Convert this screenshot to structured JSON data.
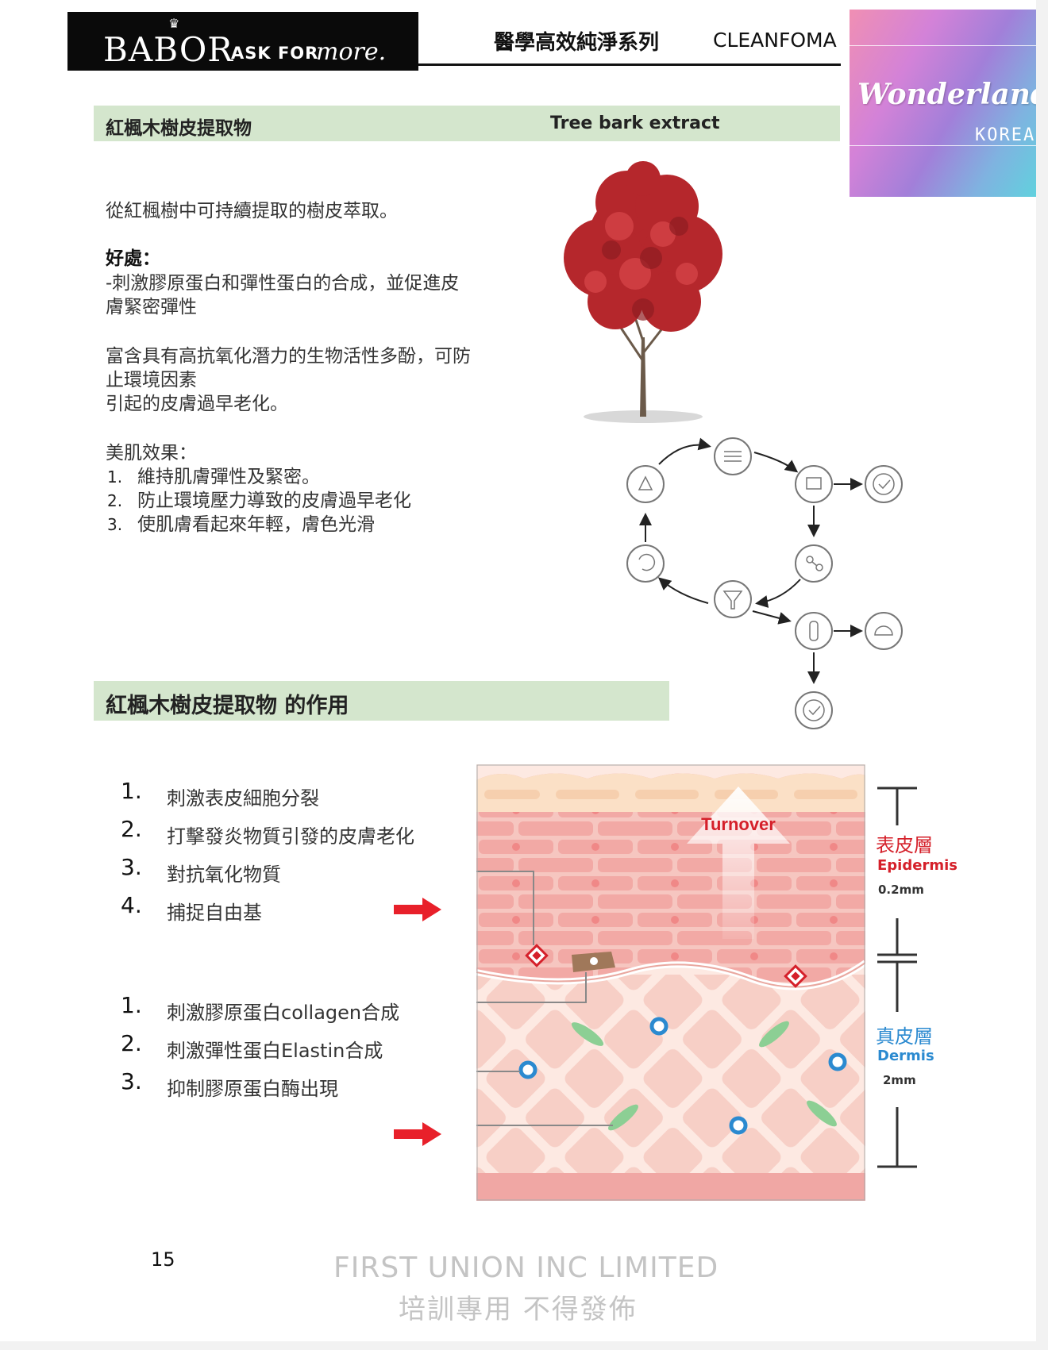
{
  "header": {
    "brand": "BABOR",
    "tagline_bold": "ASK FOR",
    "tagline_italic": "more.",
    "series": "醫學高效純淨系列",
    "product": "CLEANFOMA"
  },
  "watermark": {
    "title": "Wonderland",
    "subtitle": "KOREA"
  },
  "section1": {
    "title_cn": "紅楓木樹皮提取物",
    "title_en": "Tree bark extract",
    "intro": "從紅楓樹中可持續提取的樹皮萃取。",
    "benefits_heading": "好處：",
    "benefit1_line1": "-刺激膠原蛋白和彈性蛋白的合成，並促進皮",
    "benefit1_line2": "膚緊密彈性",
    "benefit2_line1": "富含具有高抗氧化潛力的生物活性多酚，可防",
    "benefit2_line2": "止環境因素",
    "benefit2_line3": "引起的皮膚過早老化。",
    "effects_heading": "美肌效果：",
    "effects": [
      {
        "num": "1.",
        "text": "維持肌膚彈性及緊密。"
      },
      {
        "num": "2.",
        "text": "防止環境壓力導致的皮膚過早老化"
      },
      {
        "num": "3.",
        "text": "使肌膚看起來年輕，膚色光滑"
      }
    ]
  },
  "section2": {
    "title": "紅楓木樹皮提取物 的作用",
    "epidermis_items": [
      {
        "num": "1.",
        "text": "刺激表皮細胞分裂"
      },
      {
        "num": "2.",
        "text": "打擊發炎物質引發的皮膚老化"
      },
      {
        "num": "3.",
        "text": "對抗氧化物質"
      },
      {
        "num": "4.",
        "text": "捕捉自由基"
      }
    ],
    "dermis_items": [
      {
        "num": "1.",
        "text": "刺激膠原蛋白collagen合成"
      },
      {
        "num": "2.",
        "text": "刺激彈性蛋白Elastin合成"
      },
      {
        "num": "3.",
        "text": "抑制膠原蛋白酶出現"
      }
    ]
  },
  "skin_diagram": {
    "turnover": "Turnover",
    "epidermis_cn": "表皮層",
    "epidermis_en": "Epidermis",
    "epidermis_depth": "0.2mm",
    "dermis_cn": "真皮層",
    "dermis_en": "Dermis",
    "dermis_depth": "2mm",
    "colors": {
      "epidermis": "#d5202a",
      "dermis": "#2b8ad0",
      "arrow": "#e8202a"
    }
  },
  "footer": {
    "page_number": "15",
    "company": "FIRST UNION INC LIMITED",
    "note": "培訓專用 不得發佈"
  }
}
